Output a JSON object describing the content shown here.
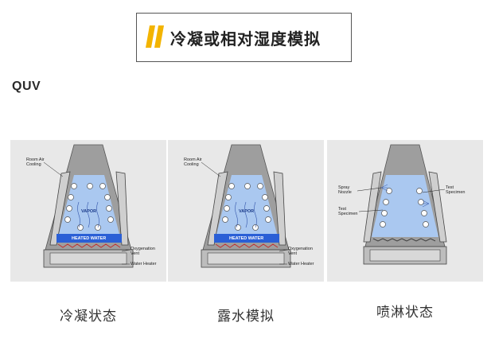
{
  "heading": {
    "title": "冷凝或相对湿度模拟"
  },
  "brand": {
    "label": "QUV"
  },
  "accent_color": "#f3b400",
  "water_color": "#2a5fd6",
  "chamber_color": "#aac8f0",
  "panels": [
    {
      "caption": "冷凝状态",
      "labels": {
        "room_air": "Room Air",
        "cooling": "Cooling",
        "vapor": "VAPOR",
        "heated_water": "HEATED WATER",
        "oxy1": "Oxygenation",
        "oxy2": "Vent",
        "heater": "Water Heater"
      }
    },
    {
      "caption": "露水模拟",
      "labels": {
        "room_air": "Room Air",
        "cooling": "Cooling",
        "vapor": "VAPOR",
        "heated_water": "HEATED WATER",
        "oxy1": "Oxygenation",
        "oxy2": "Vent",
        "heater": "Water Heater"
      }
    },
    {
      "caption": "喷淋状态",
      "labels": {
        "spray1": "Spray",
        "spray2": "Nozzle",
        "testA1": "Test",
        "testA2": "Specimen",
        "testB1": "Test",
        "testB2": "Specimen"
      }
    }
  ]
}
